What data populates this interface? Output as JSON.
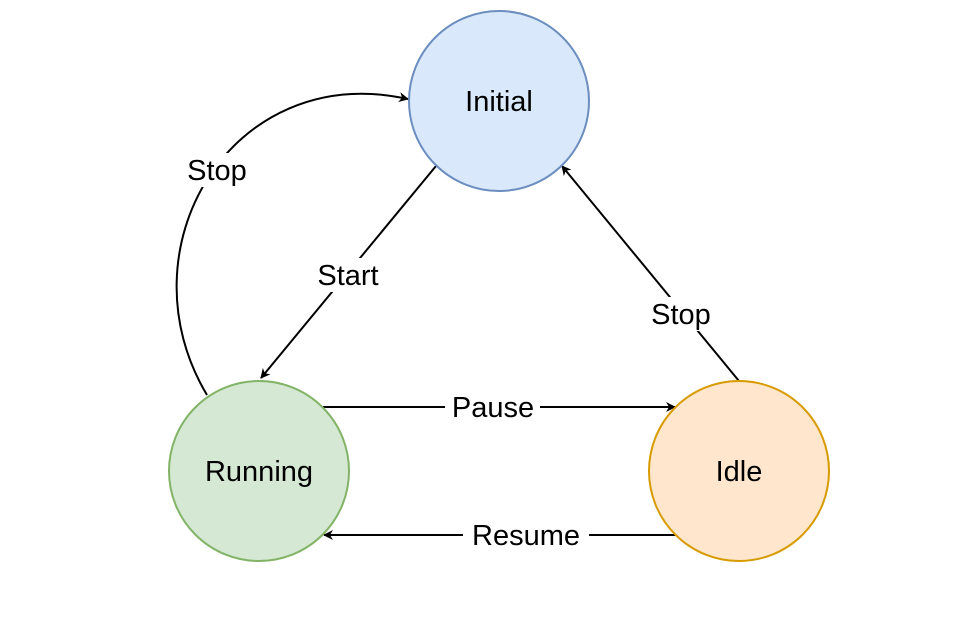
{
  "diagram": {
    "nodes": {
      "initial": {
        "label": "Initial",
        "fill": "#dae8fc",
        "stroke": "#6c8ebf"
      },
      "running": {
        "label": "Running",
        "fill": "#d5e8d4",
        "stroke": "#82b366"
      },
      "idle": {
        "label": "Idle",
        "fill": "#ffe6cc",
        "stroke": "#d79b00"
      }
    },
    "edges": {
      "start": {
        "label": "Start",
        "from": "Initial",
        "to": "Running"
      },
      "pause": {
        "label": "Pause",
        "from": "Running",
        "to": "Idle"
      },
      "resume": {
        "label": "Resume",
        "from": "Idle",
        "to": "Running"
      },
      "stop_running": {
        "label": "Stop",
        "from": "Running",
        "to": "Initial"
      },
      "stop_idle": {
        "label": "Stop",
        "from": "Idle",
        "to": "Initial"
      }
    }
  }
}
